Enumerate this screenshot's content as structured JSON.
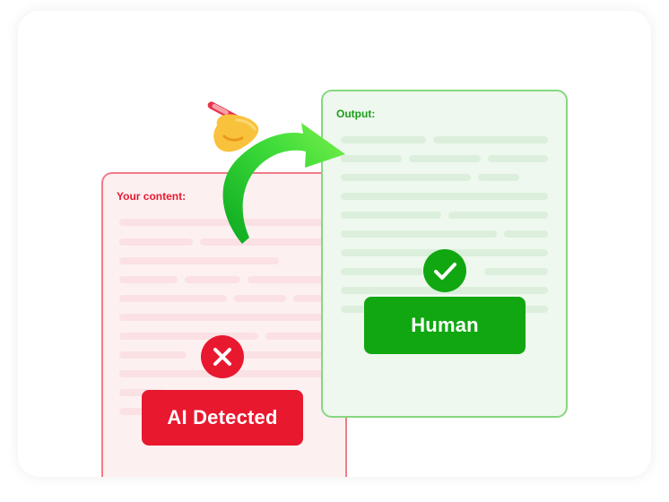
{
  "input": {
    "label": "Your content:",
    "status": "AI Detected",
    "status_icon": "x-icon",
    "color": "#e8182f"
  },
  "output": {
    "label": "Output:",
    "status": "Human",
    "status_icon": "check-icon",
    "color": "#11a711"
  },
  "transform": {
    "arrow_icon": "curved-arrow-icon",
    "hand_icon": "hand-writing-icon"
  }
}
